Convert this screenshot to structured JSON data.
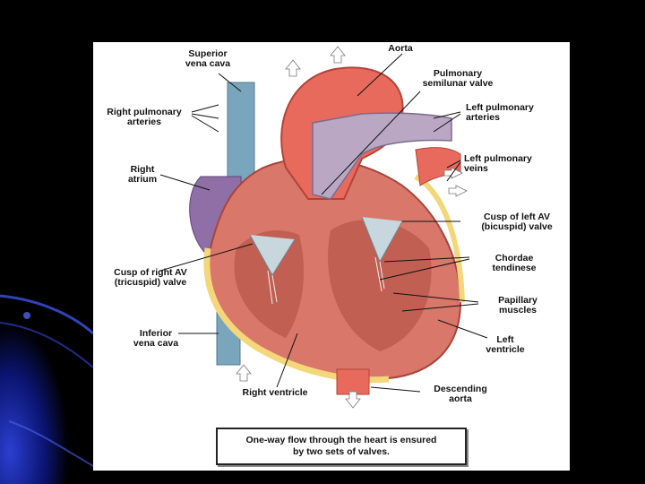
{
  "colors": {
    "background": "#000000",
    "panel": "#ffffff",
    "muscle": "#d9776a",
    "muscle_dark": "#a9443c",
    "aorta": "#e86a5c",
    "vena_cava": "#7aa6bd",
    "pulmonary": "#b9a7c4",
    "atrium_purple": "#8f6fa6",
    "fat": "#f3d77a",
    "accent_blue": "#1b2fa8"
  },
  "labels": {
    "superior_vena_cava": "Superior\nvena cava",
    "aorta": "Aorta",
    "pulmonary_semilunar_valve": "Pulmonary\nsemilunar valve",
    "right_pulmonary_arteries": "Right pulmonary\narteries",
    "left_pulmonary_arteries": "Left pulmonary\narteries",
    "left_pulmonary_veins": "Left pulmonary\nveins",
    "right_atrium": "Right\natrium",
    "cusp_left_av": "Cusp of left AV\n(bicuspid) valve",
    "chordae_tendineae": "Chordae\ntendinese",
    "cusp_right_av": "Cusp of right AV\n(tricuspid) valve",
    "papillary_muscles": "Papillary\nmuscles",
    "inferior_vena_cava": "Inferior\nvena cava",
    "left_ventricle": "Left\nventricle",
    "right_ventricle": "Right ventricle",
    "descending_aorta": "Descending\naorta"
  },
  "caption": "One-way flow through the heart is ensured\nby two sets of valves."
}
